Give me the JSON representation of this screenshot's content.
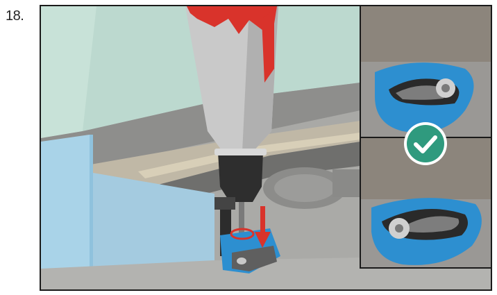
{
  "step": {
    "label": "18."
  },
  "colors": {
    "wall": "#bcd9cf",
    "panel_blue": "#a9d3e8",
    "floor": "#b3b3b0",
    "drill_body": "#c9c9c9",
    "drill_red": "#d9332b",
    "bracket_blue": "#2d8fd0",
    "check_green": "#2f9a7e",
    "arrow_red": "#d9332b"
  },
  "inset": {
    "top_state": "incorrect",
    "bottom_state": "correct",
    "badge_icon": "checkmark-icon"
  }
}
